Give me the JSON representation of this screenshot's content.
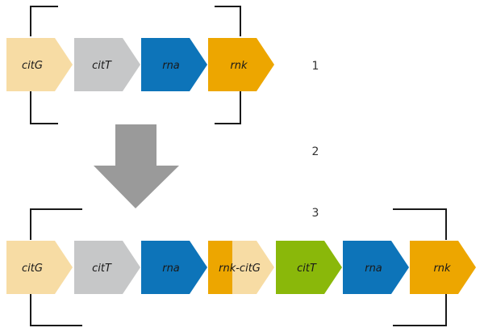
{
  "colors": {
    "citG": "#f7dca4",
    "citT_gray": "#c6c7c8",
    "rna": "#0d74b9",
    "rnk": "#eda600",
    "citT_green": "#8ab80a",
    "arrow": "#9a9a9a",
    "bracket": "#1a1a1a"
  },
  "steps": {
    "s1": "1",
    "s2": "2",
    "s3": "3"
  },
  "row1": {
    "genes": [
      "citG",
      "citT",
      "rna",
      "rnk"
    ]
  },
  "row2": {
    "genes": [
      "citG",
      "citT",
      "rna",
      "rnk-citG",
      "citT",
      "rna",
      "rnk"
    ]
  },
  "arrow_icon": "down-arrow-icon"
}
